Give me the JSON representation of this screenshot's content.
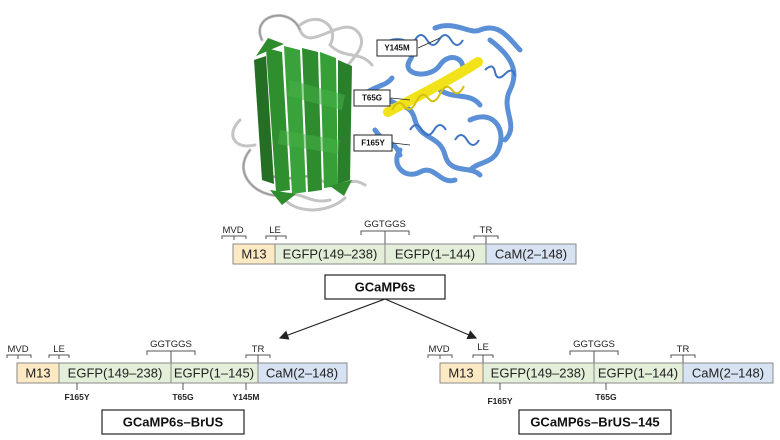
{
  "structure": {
    "mutations": [
      "Y145M",
      "T65G",
      "F165Y"
    ]
  },
  "constructs": [
    {
      "id": "gcamp6s",
      "name": "GCaMP6s",
      "segments": [
        "M13",
        "EGFP(149–238)",
        "EGFP(1–144)",
        "CaM(2–148)"
      ],
      "linkers": [
        "MVD",
        "LE",
        "GGTGGS",
        "TR"
      ],
      "mutations": []
    },
    {
      "id": "brus",
      "name": "GCaMP6s–BrUS",
      "segments": [
        "M13",
        "EGFP(149–238)",
        "EGFP(1–145)",
        "CaM(2–148)"
      ],
      "linkers": [
        "MVD",
        "LE",
        "GGTGGS",
        "TR"
      ],
      "mutations": [
        "F165Y",
        "T65G",
        "Y145M"
      ]
    },
    {
      "id": "brus145",
      "name": "GCaMP6s–BrUS–145",
      "segments": [
        "M13",
        "EGFP(149–238)",
        "EGFP(1–144)",
        "CaM(2–148)"
      ],
      "linkers": [
        "MVD",
        "LE",
        "GGTGGS",
        "TR"
      ],
      "mutations": [
        "F165Y",
        "T65G"
      ]
    }
  ],
  "colors": {
    "m13": "#fde9c3",
    "egfp": "#e3efd9",
    "cam": "#d7e2f3",
    "beta_barrel": "#2e8b2e",
    "calmodulin": "#5b8fd6",
    "m13_helix": "#f2e21a",
    "loops": "#c8c8c8"
  }
}
